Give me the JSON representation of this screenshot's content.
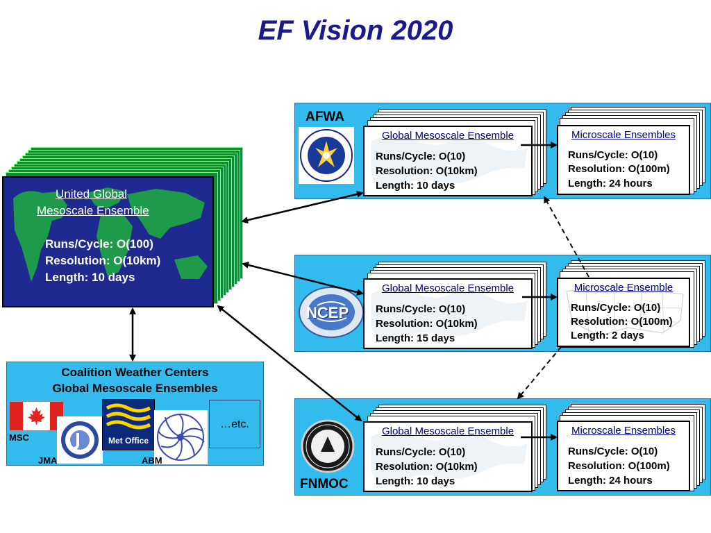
{
  "title": "EF Vision 2020",
  "united": {
    "title_line1": "United Global",
    "title_line2": "Mesoscale Ensemble",
    "runs": "Runs/Cycle:  O(100)",
    "resolution": "Resolution: O(10km)",
    "length": "Length:  10 days"
  },
  "afwa": {
    "name": "AFWA",
    "global": {
      "title": "Global Mesoscale Ensemble",
      "runs": "Runs/Cycle:  O(10)",
      "resolution": "Resolution: O(10km)",
      "length": "Length:  10 days"
    },
    "micro": {
      "title": "Microscale Ensembles",
      "runs": "Runs/Cycle:  O(10)",
      "resolution": "Resolution: O(100m)",
      "length": "Length:  24 hours"
    }
  },
  "ncep": {
    "name": "NCEP",
    "global": {
      "title": "Global Mesoscale Ensemble",
      "runs": "Runs/Cycle:  O(10)",
      "resolution": "Resolution: O(10km)",
      "length": "Length:  15 days"
    },
    "micro": {
      "title": "Microscale Ensemble",
      "runs": "Runs/Cycle:  O(10)",
      "resolution": "Resolution: O(100m)",
      "length": "Length:  2 days"
    }
  },
  "fnmoc": {
    "name": "FNMOC",
    "global": {
      "title": "Global Mesoscale Ensemble",
      "runs": "Runs/Cycle:  O(10)",
      "resolution": "Resolution: O(10km)",
      "length": "Length:  10 days"
    },
    "micro": {
      "title": "Microscale Ensembles",
      "runs": "Runs/Cycle:  O(10)",
      "resolution": "Resolution: O(100m)",
      "length": "Length:  24 hours"
    }
  },
  "coalition": {
    "title_line1": "Coalition Weather Centers",
    "title_line2": "Global Mesoscale Ensembles",
    "msc": "MSC",
    "jma": "JMA",
    "abm": "ABM",
    "metoffice": "Met Office",
    "etc": "…etc."
  },
  "colors": {
    "title": "#1a1a8c",
    "panel": "#33bbee",
    "united_bg": "#1e2a90",
    "united_stack": "#0f8a3a"
  }
}
